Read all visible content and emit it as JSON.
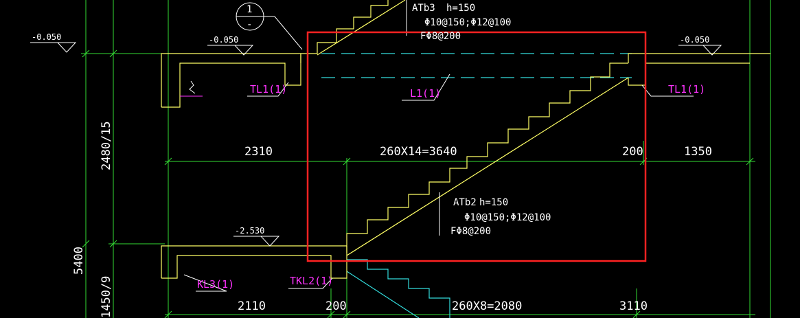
{
  "colors": {
    "background": "#000000",
    "structure": "#ffff66",
    "dimension": "#33dd33",
    "beam_hidden": "#33dddd",
    "beam_label": "#ff33ff",
    "text": "#ffffff",
    "leader": "#ffffff",
    "selection": "#ff2222"
  },
  "levels": {
    "left_top": "-0.050",
    "mid_top": "-0.050",
    "right_top": "-0.050",
    "lower_landing": "-2.530"
  },
  "flight_upper": {
    "name": "ATb3",
    "thickness": "h=150",
    "rebar_main": "Φ10@150;Φ12@100",
    "rebar_dist": "FΦ8@200"
  },
  "flight_middle": {
    "name": "ATb2",
    "thickness": "h=150",
    "rebar_main": "Φ10@150;Φ12@100",
    "rebar_dist": "FΦ8@200"
  },
  "beams": {
    "tl1_left": "TL1(1)",
    "tl1_right": "TL1(1)",
    "l1": "L1(1)",
    "kl3": "KL3(1)",
    "tkl2": "TKL2(1)"
  },
  "dimensions": {
    "upper_row": [
      "2310",
      "260X14=3640",
      "200",
      "1350"
    ],
    "lower_row": [
      "2110",
      "200",
      "260X8=2080",
      "3110"
    ],
    "vertical_upper": "2480/15",
    "vertical_total": "5400",
    "vertical_lower": "1450/9"
  },
  "section_marker": {
    "number": "1",
    "sheet": "-"
  }
}
